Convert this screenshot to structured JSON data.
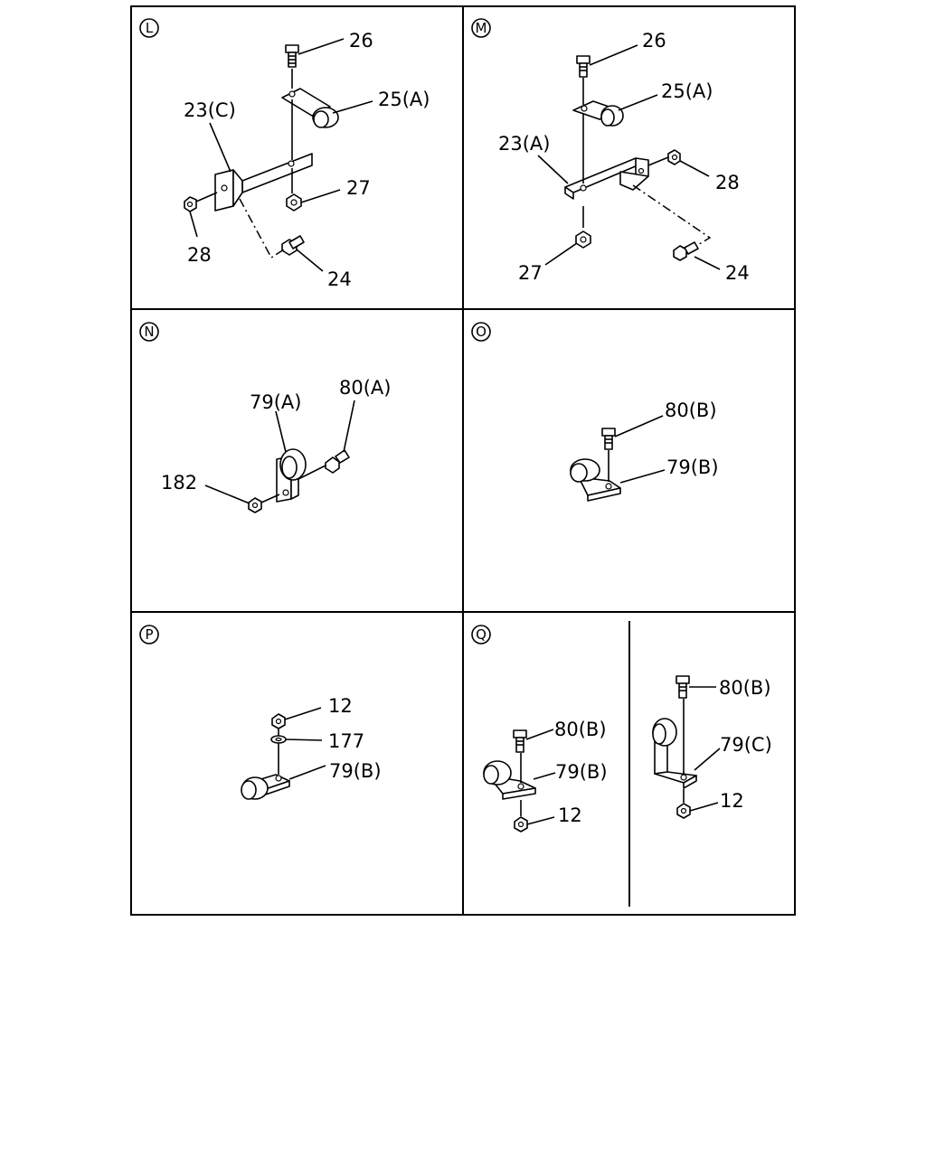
{
  "panels": [
    {
      "id": "L",
      "letter": "L",
      "labels": [
        "26",
        "25(A)",
        "23(C)",
        "27",
        "28",
        "24"
      ]
    },
    {
      "id": "M",
      "letter": "M",
      "labels": [
        "26",
        "25(A)",
        "23(A)",
        "28",
        "27",
        "24"
      ]
    },
    {
      "id": "N",
      "letter": "N",
      "labels": [
        "79(A)",
        "80(A)",
        "182"
      ]
    },
    {
      "id": "O",
      "letter": "O",
      "labels": [
        "80(B)",
        "79(B)"
      ]
    },
    {
      "id": "P",
      "letter": "P",
      "labels": [
        "12",
        "177",
        "79(B)"
      ]
    },
    {
      "id": "Q",
      "letter": "Q",
      "labels": [
        "80(B)",
        "79(B)",
        "12",
        "80(B)",
        "79(C)",
        "12"
      ]
    }
  ]
}
